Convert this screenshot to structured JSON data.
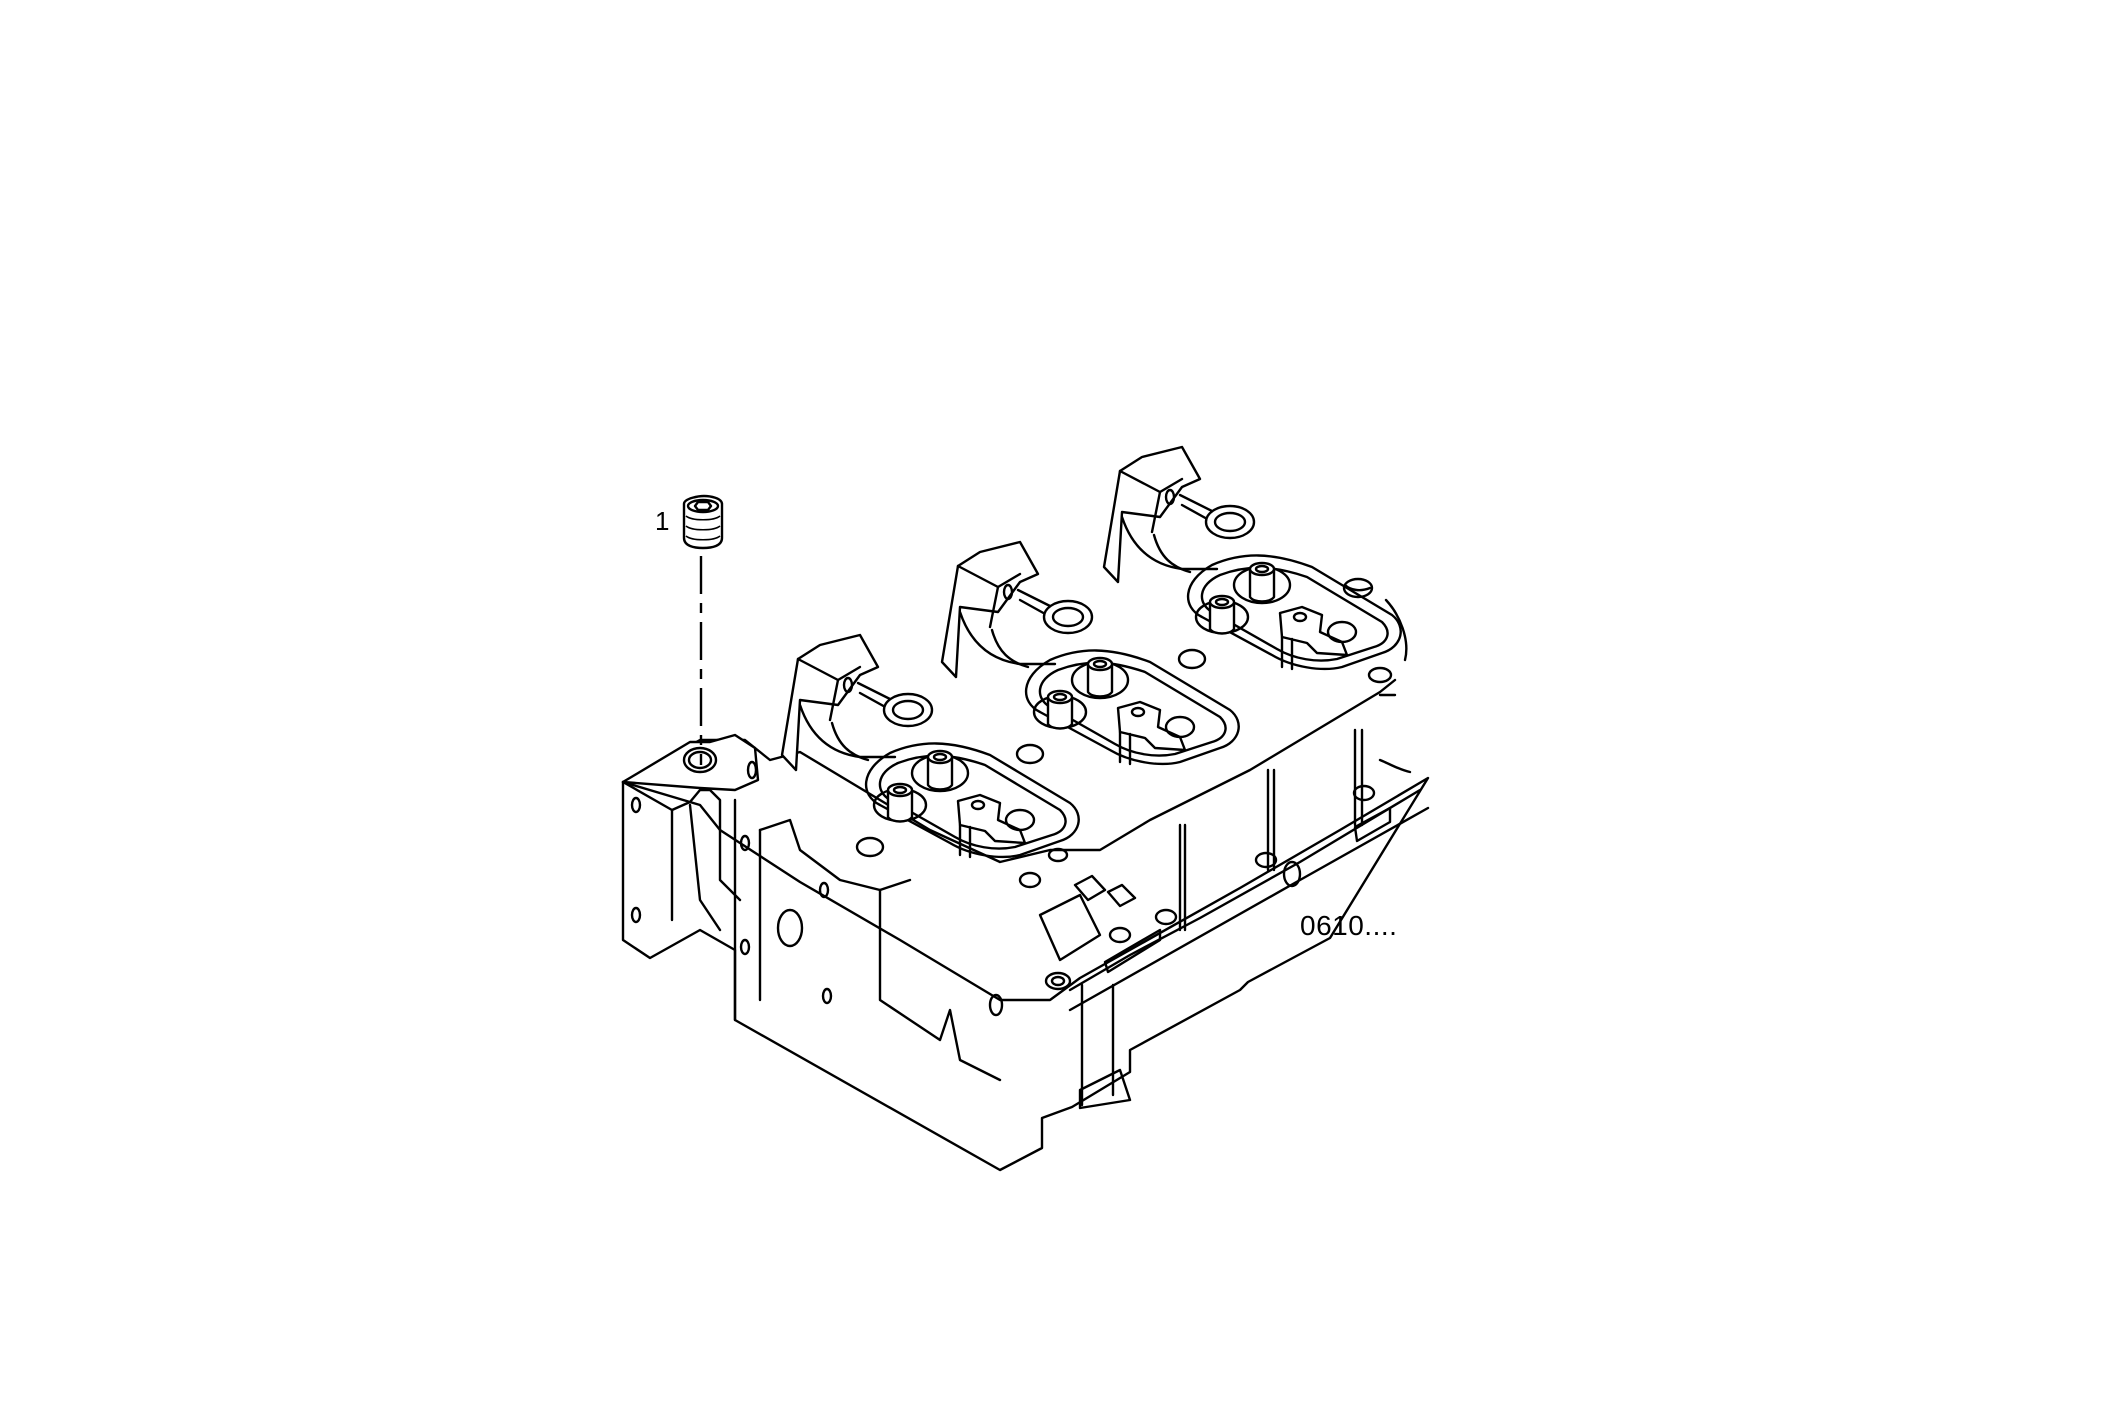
{
  "diagram": {
    "type": "exploded-parts-illustration",
    "subject": "cylinder-head",
    "line_color": "#000000",
    "background_color": "#ffffff",
    "callouts": [
      {
        "label": "1",
        "part": "plug"
      }
    ],
    "reference_code": "0610....",
    "leader_line": {
      "style": "dash-dot",
      "from_part": "1",
      "to": "block-top-left-bore"
    },
    "cylinders_visible": 3
  }
}
